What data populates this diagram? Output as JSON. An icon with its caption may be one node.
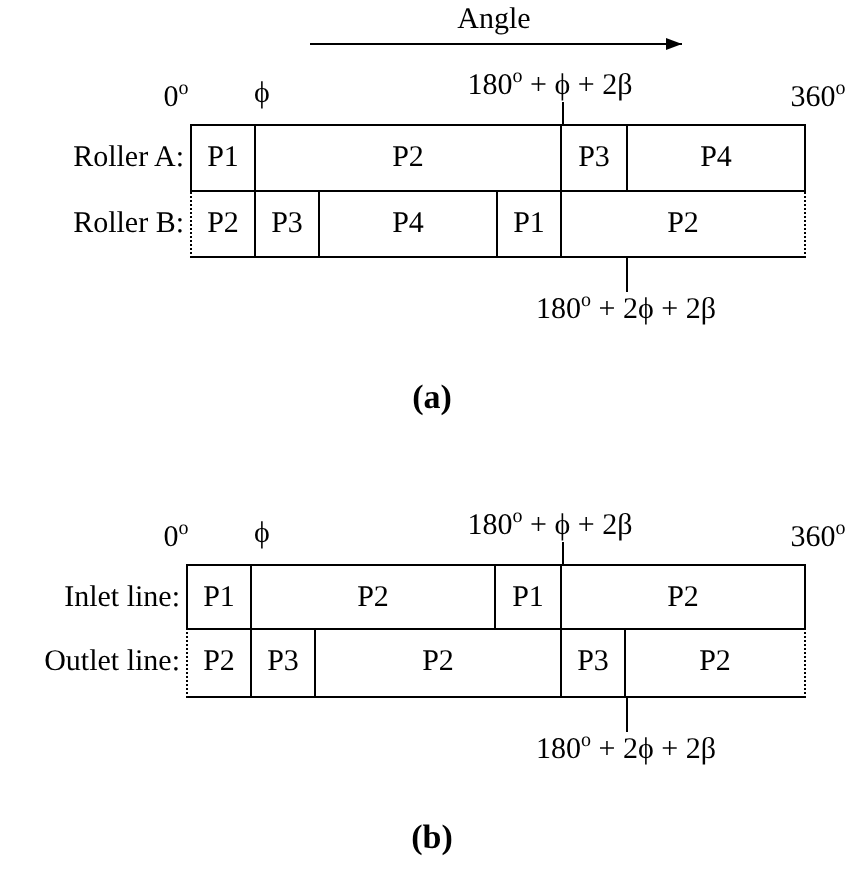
{
  "diagram": {
    "nodes": [
      {
        "text": [
          "P1"
        ]
      },
      {
        "text": [
          "P2"
        ]
      },
      {
        "text": [
          "P3"
        ]
      },
      {
        "text": [
          "P4"
        ]
      },
      {
        "text": [
          "P2"
        ]
      },
      {
        "text": [
          "P3"
        ]
      },
      {
        "text": [
          "P4"
        ]
      },
      {
        "text": [
          "P1"
        ]
      },
      {
        "text": [
          "P2"
        ]
      },
      {
        "text": [
          "P1"
        ]
      },
      {
        "text": [
          "P2"
        ]
      },
      {
        "text": [
          "P1"
        ]
      },
      {
        "text": [
          "P2"
        ]
      },
      {
        "text": [
          "P2"
        ]
      },
      {
        "text": [
          "P3"
        ]
      },
      {
        "text": [
          "P2"
        ]
      },
      {
        "text": [
          "P3"
        ]
      },
      {
        "text": [
          "P2"
        ]
      },
      {
        "text": [
          "180$^{o}$ + ϕ + 2β"
        ]
      },
      {
        "text": [
          "180$^{o}$ + 2ϕ + 2β"
        ]
      },
      {
        "text": [
          "180$^{o}$ + ϕ + 2β"
        ]
      },
      {
        "text": [
          "180$^{o}$ + 2ϕ + 2β"
        ]
      }
    ],
    "edges": [
      {
        "from": 18,
        "to": 2,
        "arrow": "none"
      },
      {
        "from": 19,
        "to": 8,
        "arrow": "none"
      },
      {
        "from": 20,
        "to": 11,
        "arrow": "none"
      },
      {
        "from": 21,
        "to": 16,
        "arrow": "none"
      }
    ],
    "labels": [
      "Angle",
      "0$^{o}$",
      "ϕ",
      "360$^{o}$",
      "Roller A:",
      "Roller B:",
      "(a)",
      "0$^{o}$",
      "ϕ",
      "360$^{o}$",
      "Inlet line:",
      "Outlet line:",
      "(b)"
    ]
  }
}
